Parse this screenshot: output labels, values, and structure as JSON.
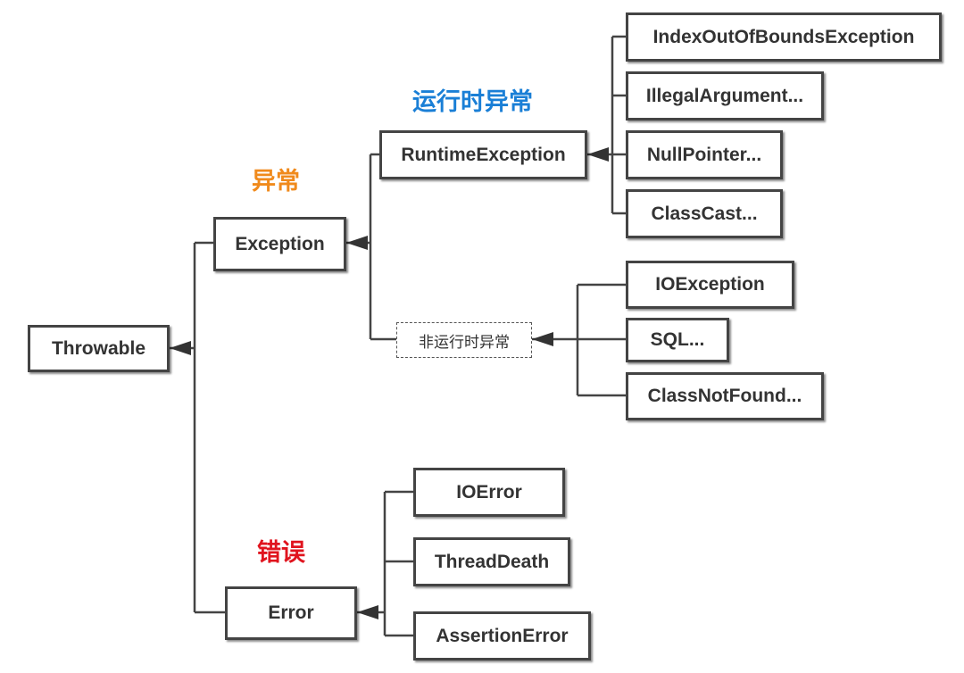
{
  "nodes": {
    "throwable": "Throwable",
    "exception": "Exception",
    "error": "Error",
    "runtime_exception": "RuntimeException",
    "non_runtime_exception": "非运行时异常",
    "index_out_of_bounds": "IndexOutOfBoundsException",
    "illegal_argument": "IllegalArgument...",
    "null_pointer": "NullPointer...",
    "class_cast": "ClassCast...",
    "io_exception": "IOException",
    "sql": "SQL...",
    "class_not_found": "ClassNotFound...",
    "io_error": "IOError",
    "thread_death": "ThreadDeath",
    "assertion_error": "AssertionError"
  },
  "labels": {
    "runtime": {
      "text": "运行时异常",
      "color": "#1a7fd6"
    },
    "exception": {
      "text": "异常",
      "color": "#f08a1c"
    },
    "error": {
      "text": "错误",
      "color": "#e0141e"
    }
  },
  "colors": {
    "line": "#444444",
    "border": "#444444",
    "text": "#333333"
  }
}
